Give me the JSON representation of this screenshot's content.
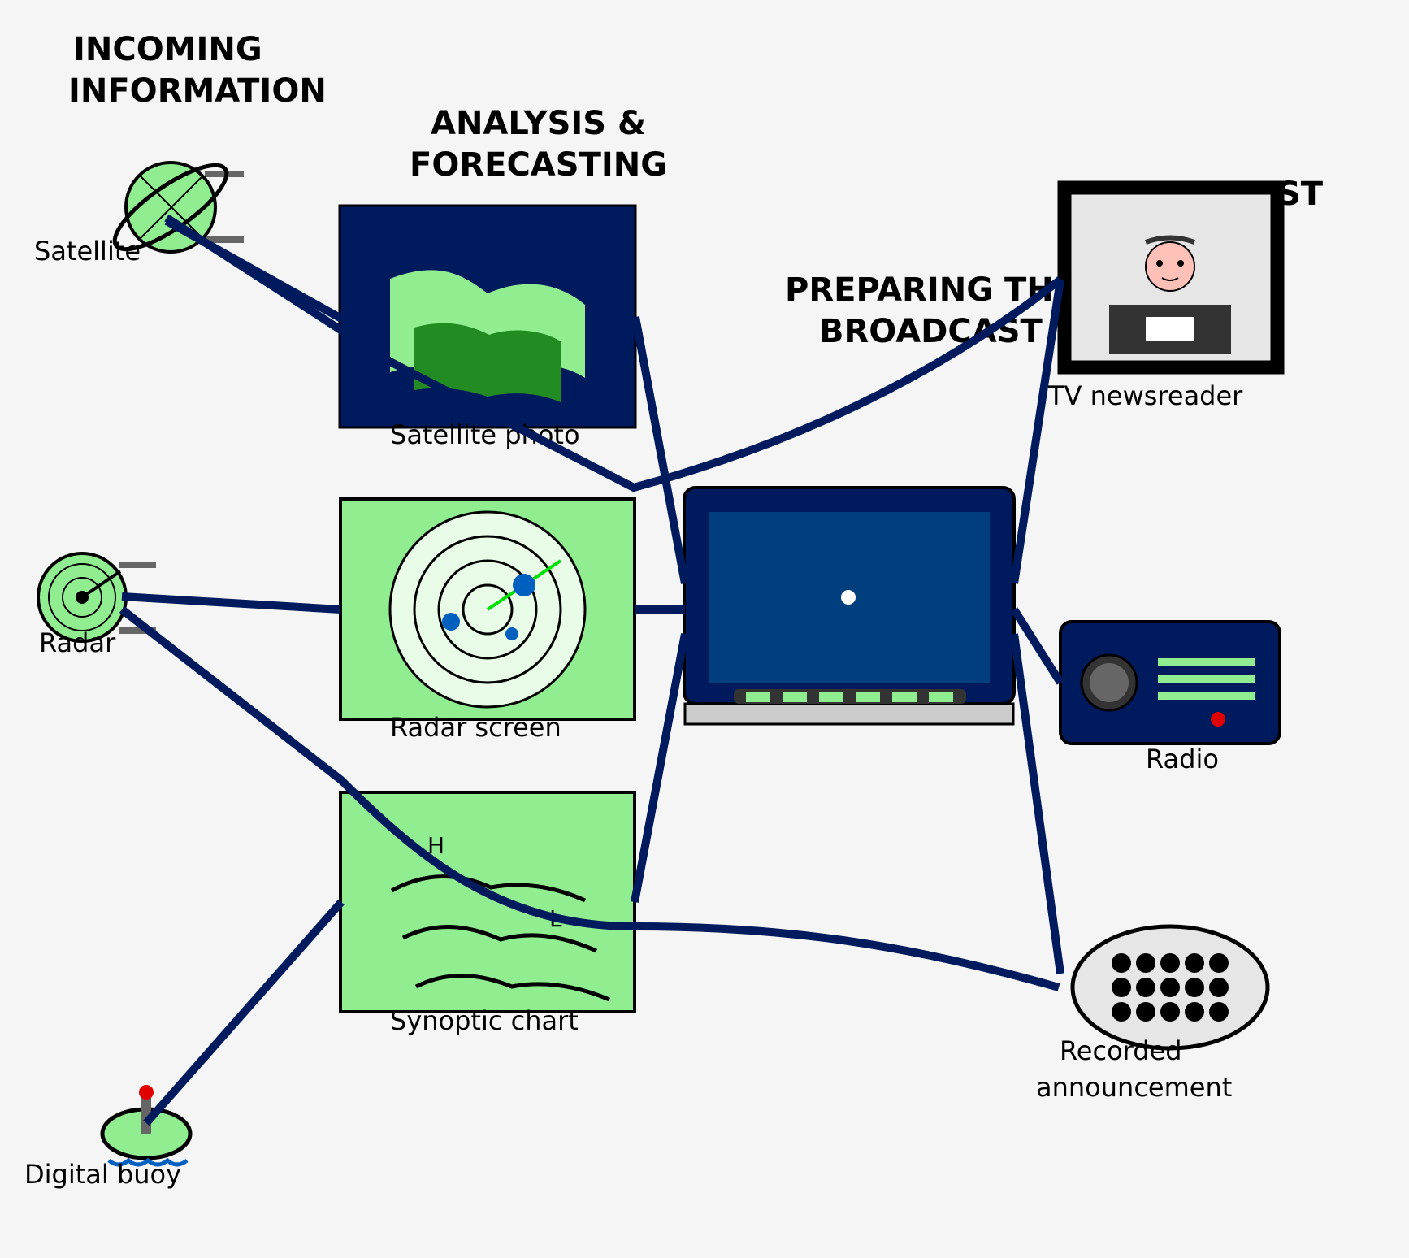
{
  "headings": {
    "incoming_line1": "INCOMING",
    "incoming_line2": "INFORMATION",
    "analysis_line1": "ANALYSIS &",
    "analysis_line2": "FORECASTING",
    "preparing_line1": "PREPARING THE",
    "preparing_line2": "BROADCAST",
    "broadcast_fragment": "ST"
  },
  "sources": {
    "satellite": "Satellite",
    "radar": "Radar",
    "buoy": "Digital buoy"
  },
  "analysis": {
    "satellite_photo": "Satellite photo",
    "radar_screen": "Radar screen",
    "synoptic_chart": "Synoptic chart",
    "chart_high": "H",
    "chart_low": "L"
  },
  "outputs": {
    "tv": "TV newsreader",
    "radio": "Radio",
    "recorded_line1": "Recorded",
    "recorded_line2": "announcement"
  },
  "colors": {
    "navy": "#001a5e",
    "light_green": "#90ee90",
    "dark_green": "#228b22",
    "radar_blue": "#0060c0"
  }
}
